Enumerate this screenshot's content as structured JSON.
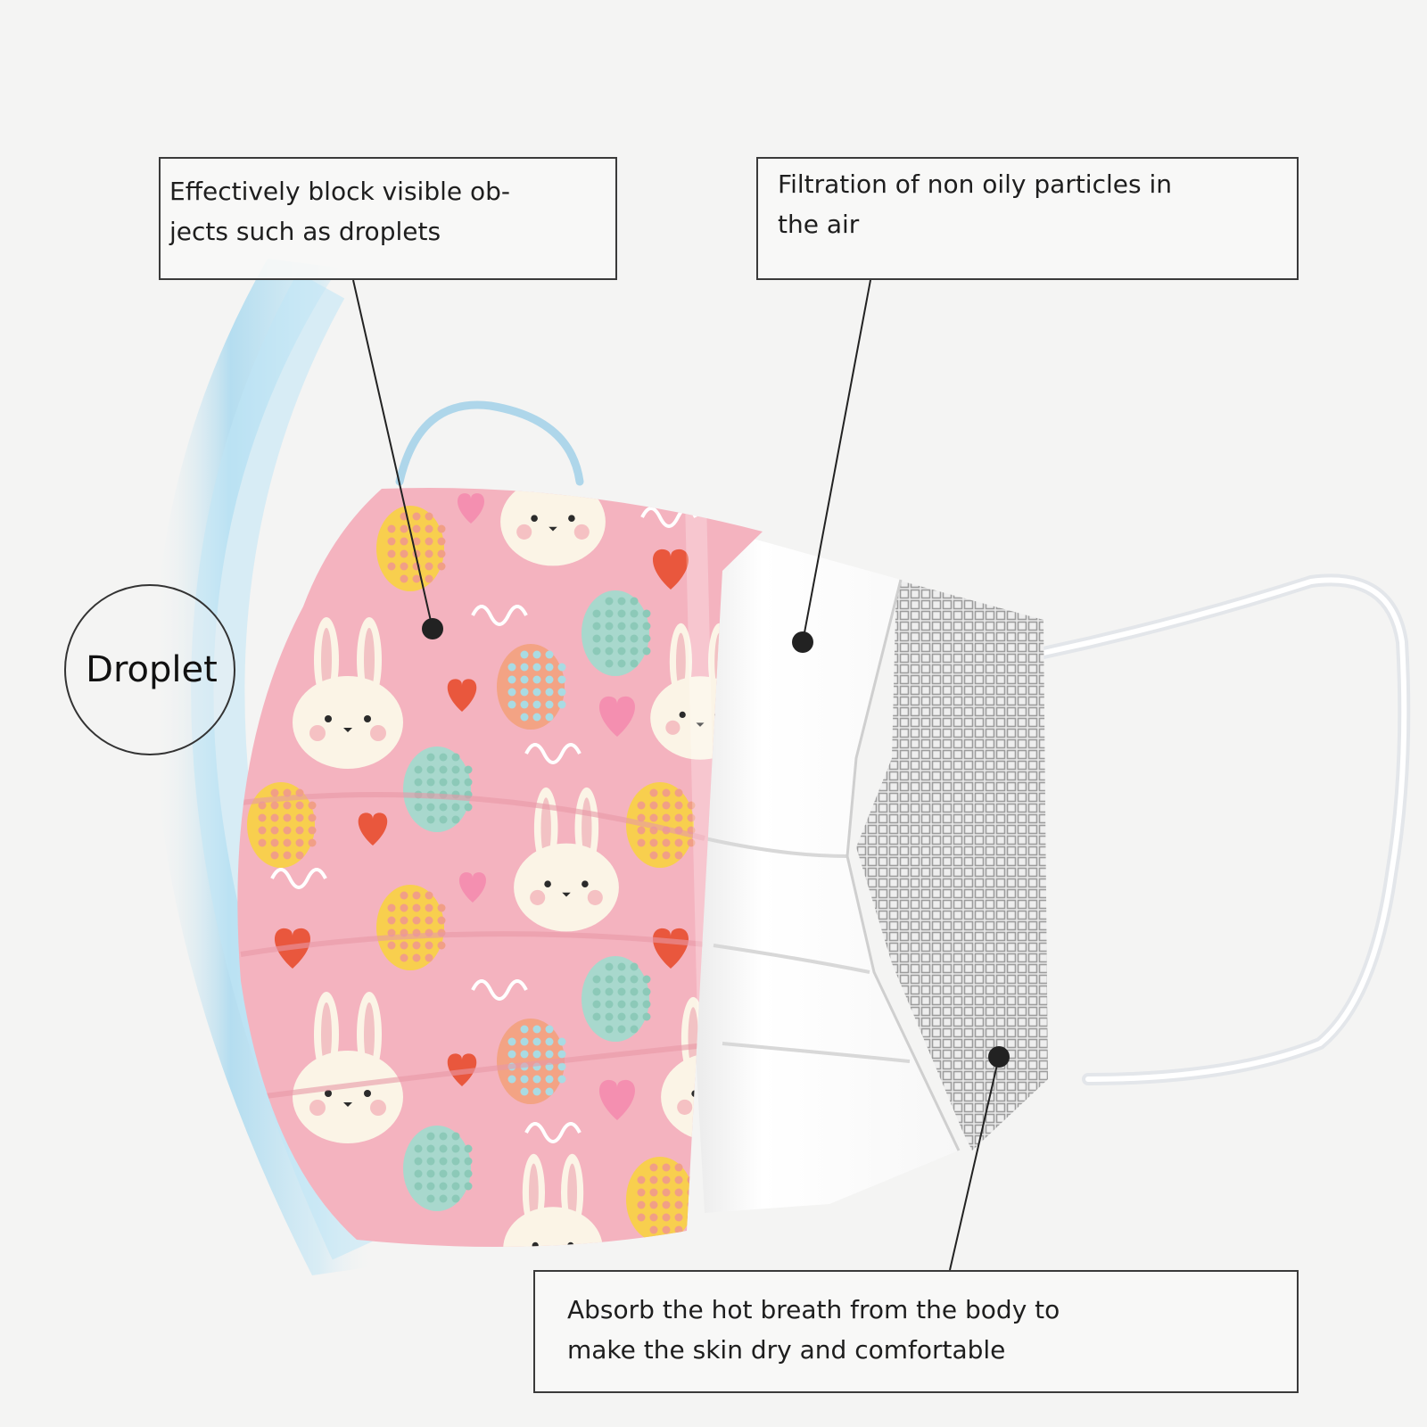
{
  "callouts": {
    "outer_layer": {
      "line1": "Effectively block visible ob-",
      "line2": "jects such as droplets"
    },
    "middle_layer": {
      "line1": "Filtration of non oily particles in",
      "line2": "the air"
    },
    "inner_layer": {
      "line1": "Absorb the hot breath from the body to",
      "line2": "make the skin dry and comfortable"
    }
  },
  "droplet_label": "Droplet",
  "colors": {
    "mask_pink": "#f4b3bf",
    "droplet_shield": "#bfe3f3",
    "ear_loop": "#aed6ea",
    "inner_mesh": "#d9d9d9",
    "leader": "#222222"
  },
  "pattern_icons": [
    "bunny-icon",
    "egg-icon",
    "heart-icon",
    "swirl-icon"
  ]
}
